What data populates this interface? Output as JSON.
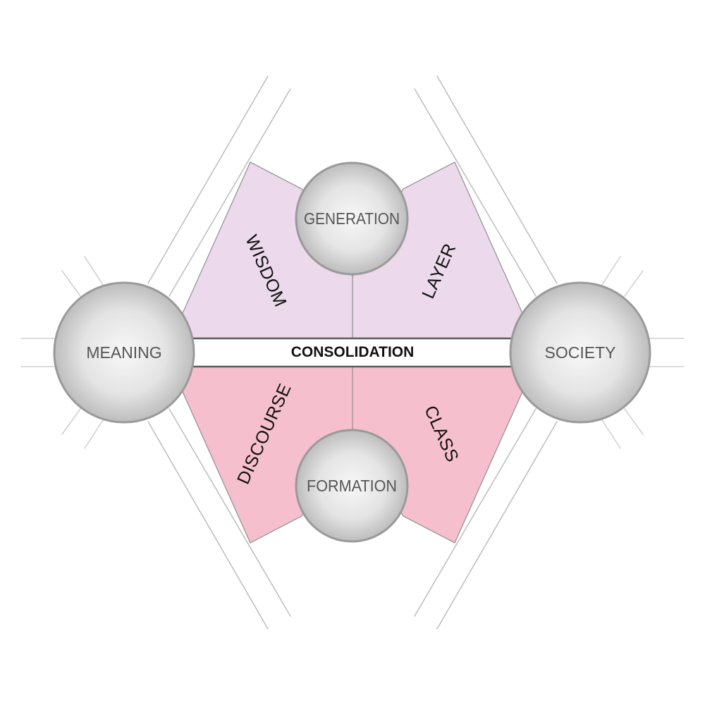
{
  "colors": {
    "upper_fill": "#ecd9eb",
    "lower_fill": "#f6bfcd",
    "stroke": "#8f8f8f",
    "bar_stroke": "#5a5a5a",
    "circle_light": "#f7f7f7",
    "circle_dark": "#bdbdbd",
    "circle_stroke": "#9a9a9a"
  },
  "center_bar": {
    "label": "CONSOLIDATION"
  },
  "nodes": {
    "meaning": "MEANING",
    "society": "SOCIETY",
    "generation": "GENERATION",
    "formation": "FORMATION"
  },
  "sectors": {
    "wisdom": "WISDOM",
    "layer": "LAYER",
    "discourse": "DISCOURSE",
    "class": "CLASS"
  }
}
